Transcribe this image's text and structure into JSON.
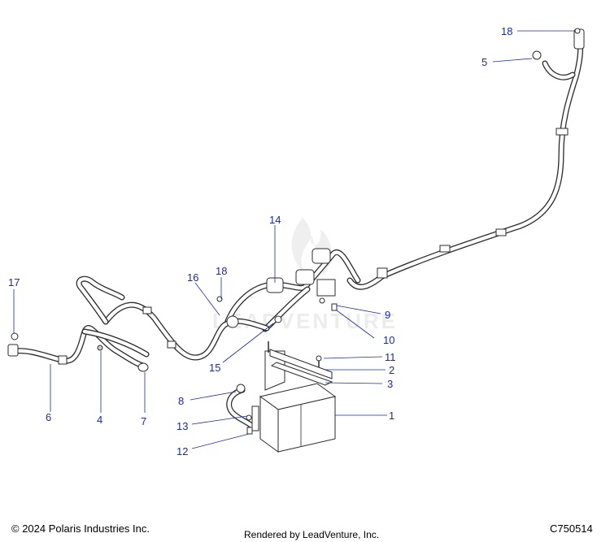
{
  "watermark": "LEADVENTURE",
  "callouts": [
    {
      "id": "18",
      "label": "18"
    },
    {
      "id": "5",
      "label": "5"
    },
    {
      "id": "14",
      "label": "14"
    },
    {
      "id": "16",
      "label": "16"
    },
    {
      "id": "18b",
      "label": "18"
    },
    {
      "id": "17",
      "label": "17"
    },
    {
      "id": "9",
      "label": "9"
    },
    {
      "id": "10",
      "label": "10"
    },
    {
      "id": "15",
      "label": "15"
    },
    {
      "id": "11",
      "label": "11"
    },
    {
      "id": "2",
      "label": "2"
    },
    {
      "id": "3",
      "label": "3"
    },
    {
      "id": "8",
      "label": "8"
    },
    {
      "id": "1",
      "label": "1"
    },
    {
      "id": "13",
      "label": "13"
    },
    {
      "id": "6",
      "label": "6"
    },
    {
      "id": "4",
      "label": "4"
    },
    {
      "id": "7",
      "label": "7"
    },
    {
      "id": "12",
      "label": "12"
    }
  ],
  "footer": {
    "copyright": "© 2024 Polaris Industries Inc.",
    "rendered_by": "Rendered by LeadVenture, Inc.",
    "diagram_code": "C750514"
  },
  "colors": {
    "callout": "#1a2aa8",
    "line_art": "#2b2b2b"
  }
}
